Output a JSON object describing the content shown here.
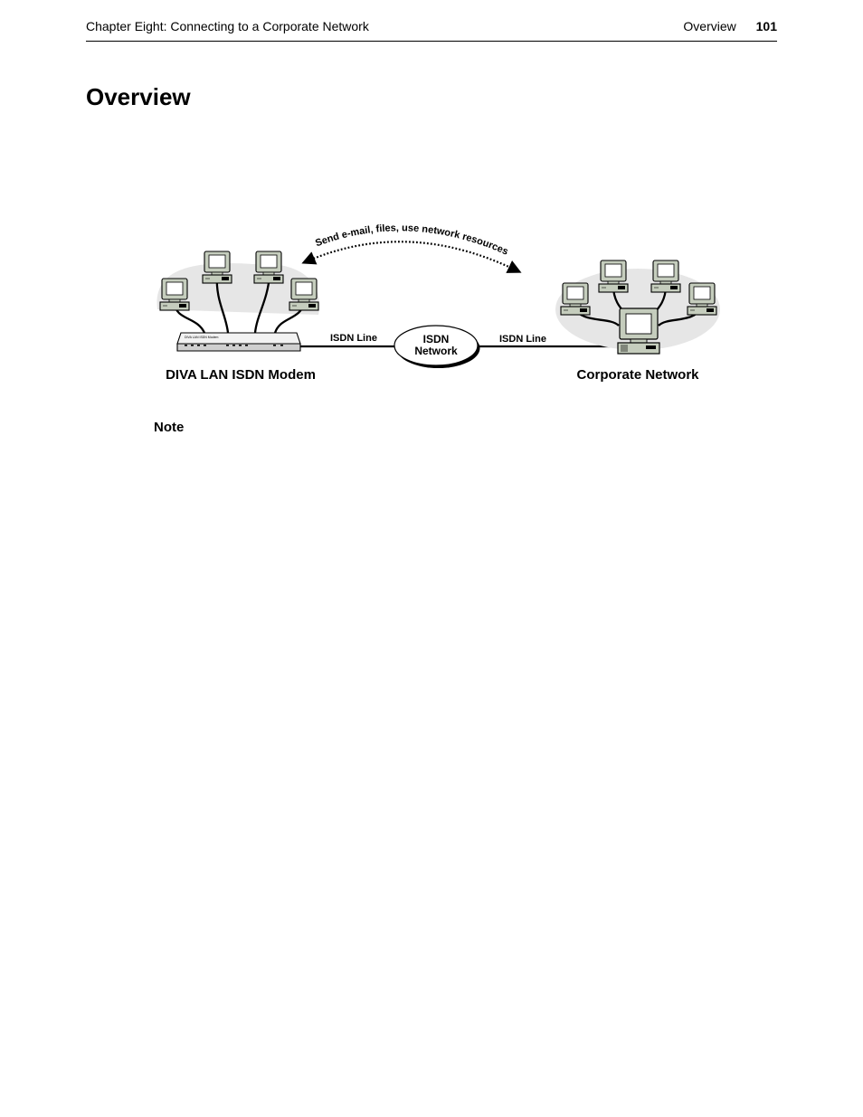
{
  "header": {
    "chapter": "Chapter Eight: Connecting to a Corporate Network",
    "section": "Overview",
    "page_number": "101"
  },
  "title": "Overview",
  "diagram": {
    "arc_label": "Send e-mail, files, use network resources",
    "isdn_line_left": "ISDN Line",
    "isdn_line_right": "ISDN Line",
    "cloud_line1": "ISDN",
    "cloud_line2": "Network",
    "left_caption": "DIVA LAN ISDN Modem",
    "right_caption": "Corporate Network",
    "modem_brand": "DIVA LAN ISDN Modem"
  },
  "note": "Note"
}
